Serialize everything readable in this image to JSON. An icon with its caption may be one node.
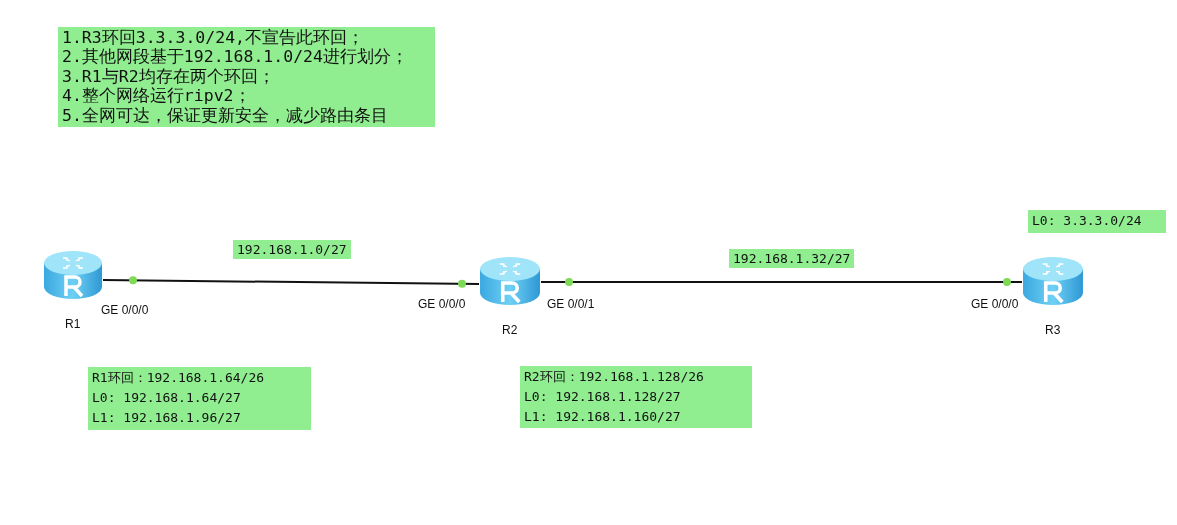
{
  "diagram": {
    "nodes": [
      {
        "text": [
          "1.R3环回3.3.3.0/24,不宣告此环回；",
          "2.其他网段基于192.168.1.0/24进行划分；",
          "3.R1与R2均存在两个环回；",
          "4.整个网络运行ripv2；",
          "5.全网可达，保证更新安全，减少路由条目"
        ]
      },
      {
        "text": [],
        "shape": "cylinder",
        "beside": [
          "R1"
        ]
      },
      {
        "text": [],
        "shape": "cylinder",
        "beside": [
          "R2"
        ]
      },
      {
        "text": [
          "L0: 3.3.3.0/24"
        ]
      },
      {
        "text": [],
        "shape": "cylinder",
        "beside": [
          "R3"
        ]
      },
      {
        "text": [
          "R1环回：192.168.1.64/26",
          "L0: 192.168.1.64/27",
          "L1: 192.168.1.96/27"
        ]
      },
      {
        "text": [
          "R2环回：192.168.1.128/26",
          "L0: 192.168.1.128/27",
          "L1: 192.168.1.160/27"
        ]
      }
    ],
    "edges": [
      {
        "from": 1,
        "to": 2,
        "arrow": "none",
        "label": "192.168.1.0/27"
      },
      {
        "from": 2,
        "to": 4,
        "arrow": "none",
        "label": "192.168.1.32/27"
      }
    ],
    "labels": [
      "GE 0/0/0",
      "GE 0/0/0",
      "GE 0/0/1",
      "GE 0/0/0"
    ]
  }
}
